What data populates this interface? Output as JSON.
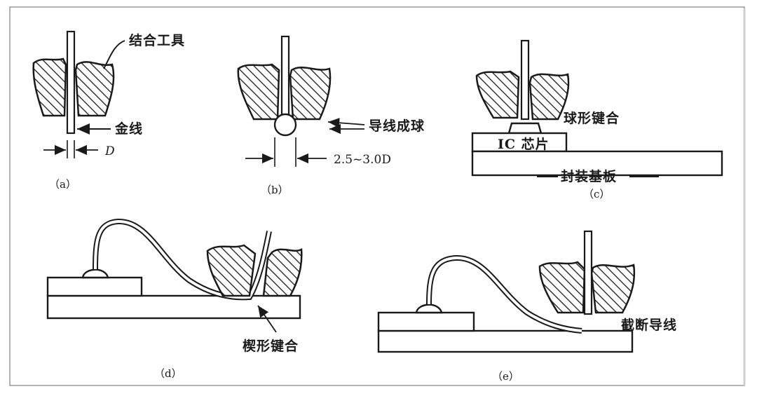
{
  "panels": {
    "a": {
      "caption": "（a）",
      "tool_label": "结合工具",
      "wire_label": "金线",
      "dim_label": "D"
    },
    "b": {
      "caption": "（b）",
      "ball_label": "导线成球",
      "dim_label": "2.5~3.0D"
    },
    "c": {
      "caption": "（c）",
      "bond_label": "球形键合",
      "chip_label": "IC 芯片",
      "substrate_label": "封装基板"
    },
    "d": {
      "caption": "（d）",
      "bond_label": "楔形键合"
    },
    "e": {
      "caption": "（e）",
      "cut_label": "截断导线"
    }
  },
  "colors": {
    "ink": "#1a1a1a",
    "border": "#9a9a9a",
    "background": "#ffffff"
  }
}
